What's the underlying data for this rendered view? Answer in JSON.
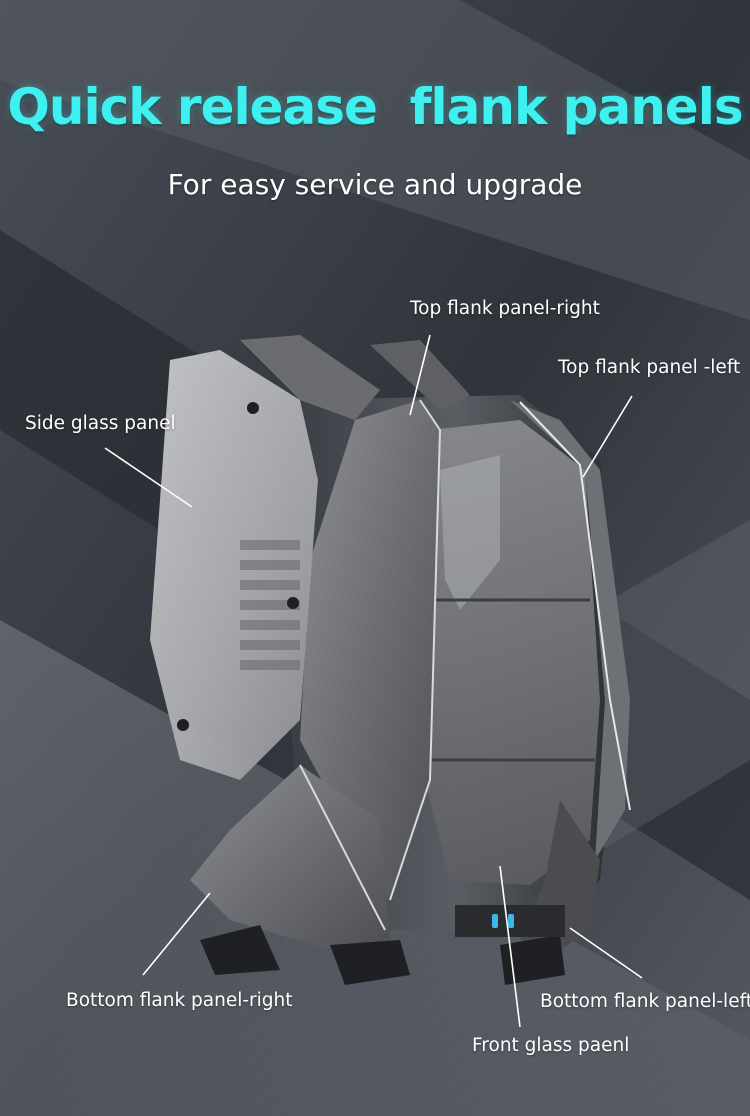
{
  "header": {
    "title": "Quick release  flank panels",
    "subtitle": "For easy service and upgrade"
  },
  "callouts": {
    "top_flank_panel_right": "Top flank panel-right",
    "top_flank_panel_left": "Top flank panel -left",
    "side_glass_panel": "Side glass panel",
    "bottom_flank_panel_right": "Bottom flank panel-right",
    "bottom_flank_panel_left": "Bottom flank panel-left",
    "front_glass_panel": "Front glass paenl"
  },
  "colors": {
    "title": "#3ff0f0",
    "text": "#ffffff",
    "background": "#3b3e45"
  }
}
